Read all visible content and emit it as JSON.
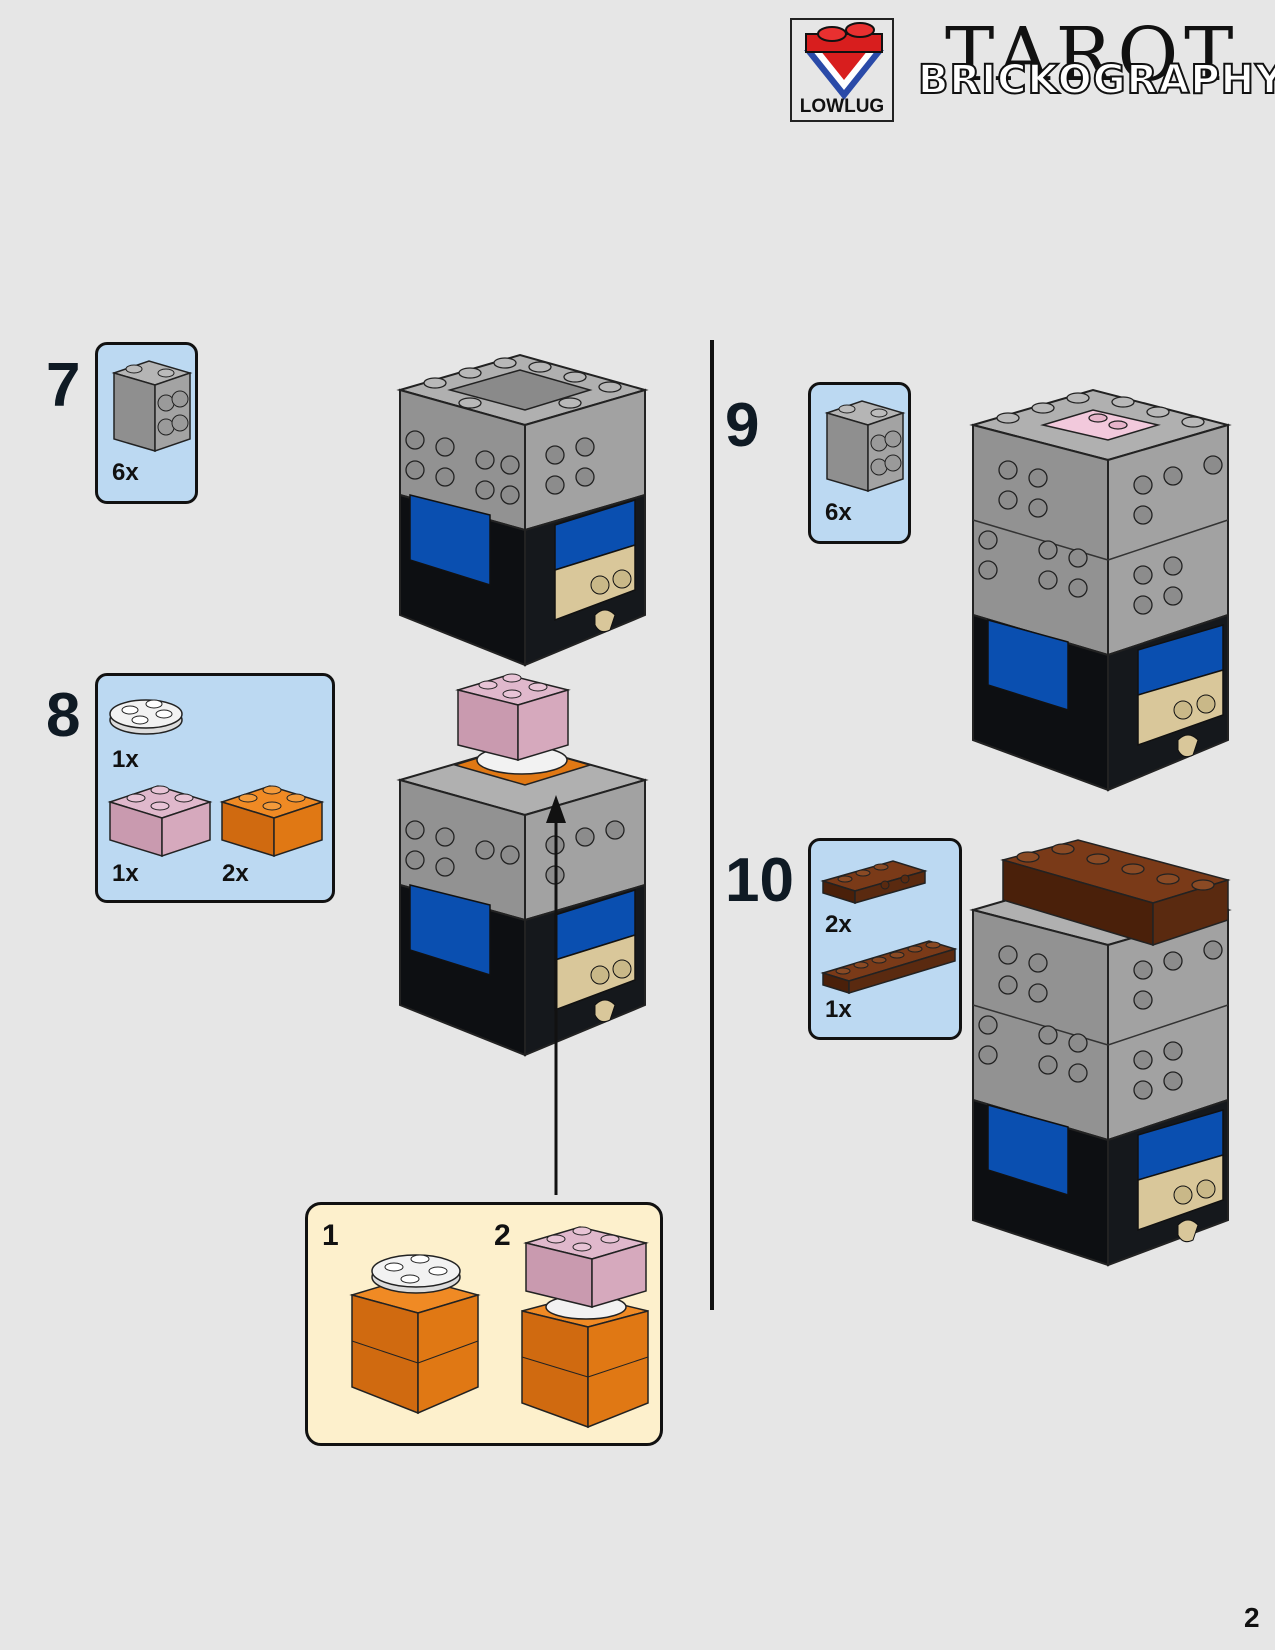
{
  "header": {
    "logo_text": "LOWLUG",
    "brand_title": "TAROT",
    "brand_subtitle": "BRICKOGRAPHY"
  },
  "steps": [
    {
      "number": "7",
      "parts": [
        {
          "qty": "6x",
          "part": "light-gray-1x2x2-brick-studs-on-side"
        }
      ]
    },
    {
      "number": "8",
      "parts": [
        {
          "qty": "1x",
          "part": "white-2x2-round-plate"
        },
        {
          "qty": "1x",
          "part": "pink-2x2-brick"
        },
        {
          "qty": "2x",
          "part": "orange-2x2-brick"
        }
      ],
      "subassembly": [
        {
          "number": "1"
        },
        {
          "number": "2"
        }
      ]
    },
    {
      "number": "9",
      "parts": [
        {
          "qty": "6x",
          "part": "light-gray-1x2x2-brick-studs-on-side"
        }
      ]
    },
    {
      "number": "10",
      "parts": [
        {
          "qty": "2x",
          "part": "brown-1x4-plate"
        },
        {
          "qty": "1x",
          "part": "brown-1x6-plate"
        }
      ]
    }
  ],
  "colors": {
    "background": "#e6e6e6",
    "callout": "#bcd9f2",
    "subassembly_panel": "#fdf0cc",
    "light_gray": "#9b9b9b",
    "black": "#0d0f12",
    "blue": "#0a4fb0",
    "tan": "#d9c79a",
    "pink": "#c99aaf",
    "orange": "#e07814",
    "white": "#f2f2f2",
    "brown": "#5a2a10",
    "logo_red": "#d81e1e"
  },
  "page": {
    "number": "2"
  }
}
